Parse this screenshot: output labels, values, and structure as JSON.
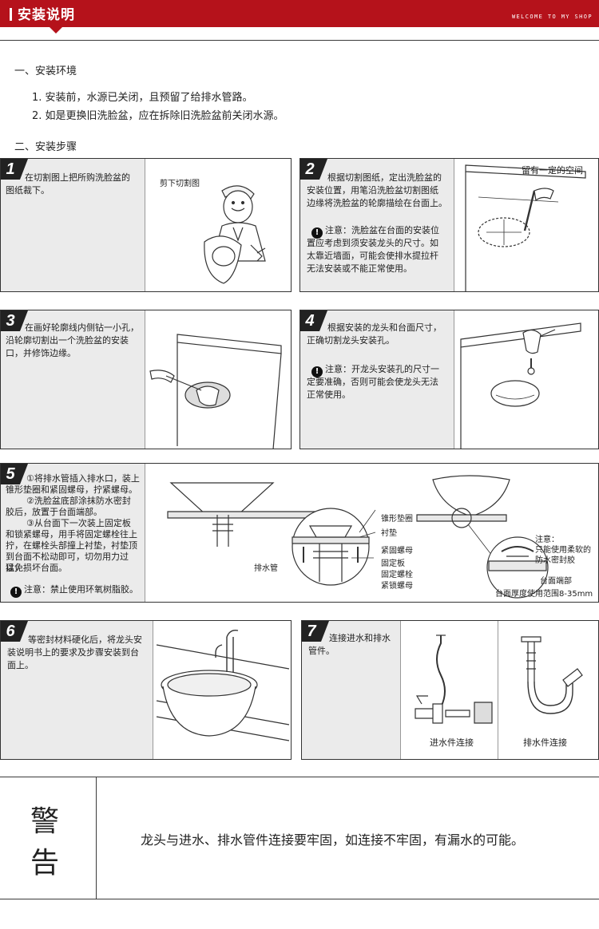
{
  "header": {
    "title": "安装说明",
    "welcome": "WELCOME TO MY SHOP"
  },
  "env": {
    "heading": "一、安装环境",
    "items": [
      "1. 安装前，水源已关闭，且预留了给排水管路。",
      "2. 如是更换旧洗脸盆，应在拆除旧洗脸盆前关闭水源。"
    ]
  },
  "steps_heading": "二、安装步骤",
  "steps": [
    {
      "num": "1",
      "lines": [
        "在切割图上把所购洗脸盆的",
        "图纸裁下。"
      ],
      "labels": [
        "剪下切割图"
      ]
    },
    {
      "num": "2",
      "lines": [
        "根据切割图纸，定出洗脸盆的",
        "安装位置，用笔沿洗脸盆切割图纸",
        "边缘将洗脸盆的轮廓描绘在台面上。"
      ],
      "note_lines": [
        "注意：洗脸盆在台面的安装位",
        "置应考虑到须安装龙头的尺寸。如",
        "太靠近墙面，可能会使排水提拉杆",
        "无法安装或不能正常使用。"
      ],
      "labels": [
        "留有一定的空间"
      ]
    },
    {
      "num": "3",
      "lines": [
        "在画好轮廓线内侧钻一小孔，",
        "沿轮廓切割出一个洗脸盆的安装",
        "口，并修饰边缘。"
      ]
    },
    {
      "num": "4",
      "lines": [
        "根据安装的龙头和台面尺寸，",
        "正确切割龙头安装孔。"
      ],
      "note_lines": [
        "注意：开龙头安装孔的尺寸一",
        "定要准确，否则可能会使龙头无法",
        "正常使用。"
      ]
    },
    {
      "num": "5",
      "lines": [
        "①将排水管插入排水口，装上",
        "锥形垫圈和紧固螺母，拧紧螺母。",
        "②洗脸盆底部涂抹防水密封",
        "胶后，放置于台面端部。",
        "③从台面下一次装上固定板",
        "和锁紧螺母，用手将固定螺栓往上",
        "拧，在螺栓头部撞上衬垫，衬垫顶",
        "到台面不松动即可，切勿用力过猛，",
        "以免损坏台面。"
      ],
      "note": "注意：禁止使用环氧树脂胶。",
      "labels": {
        "cone_washer": "锥形垫圈",
        "liner": "衬垫",
        "fasten_nut": "紧固螺母",
        "fix_plate": "固定板",
        "fix_bolt": "固定螺栓",
        "lock_nut": "紧锁螺母",
        "drain_pipe": "排水管",
        "notice1": "注意：",
        "notice2": "只能使用柔软的",
        "notice3": "防水密封胶",
        "counter_end": "台面端部",
        "thickness": "台面厚度使用范围8-35mm"
      }
    },
    {
      "num": "6",
      "lines": [
        "等密封材料硬化后，将龙头安",
        "装说明书上的要求及步骤安装到台",
        "面上。"
      ]
    },
    {
      "num": "7",
      "lines": [
        "连接进水和排水",
        "管件。"
      ],
      "labels": [
        "进水件连接",
        "排水件连接"
      ]
    }
  ],
  "warning": {
    "char1": "警",
    "char2": "告",
    "text": "龙头与进水、排水管件连接要牢固，如连接不牢固，有漏水的可能。"
  }
}
